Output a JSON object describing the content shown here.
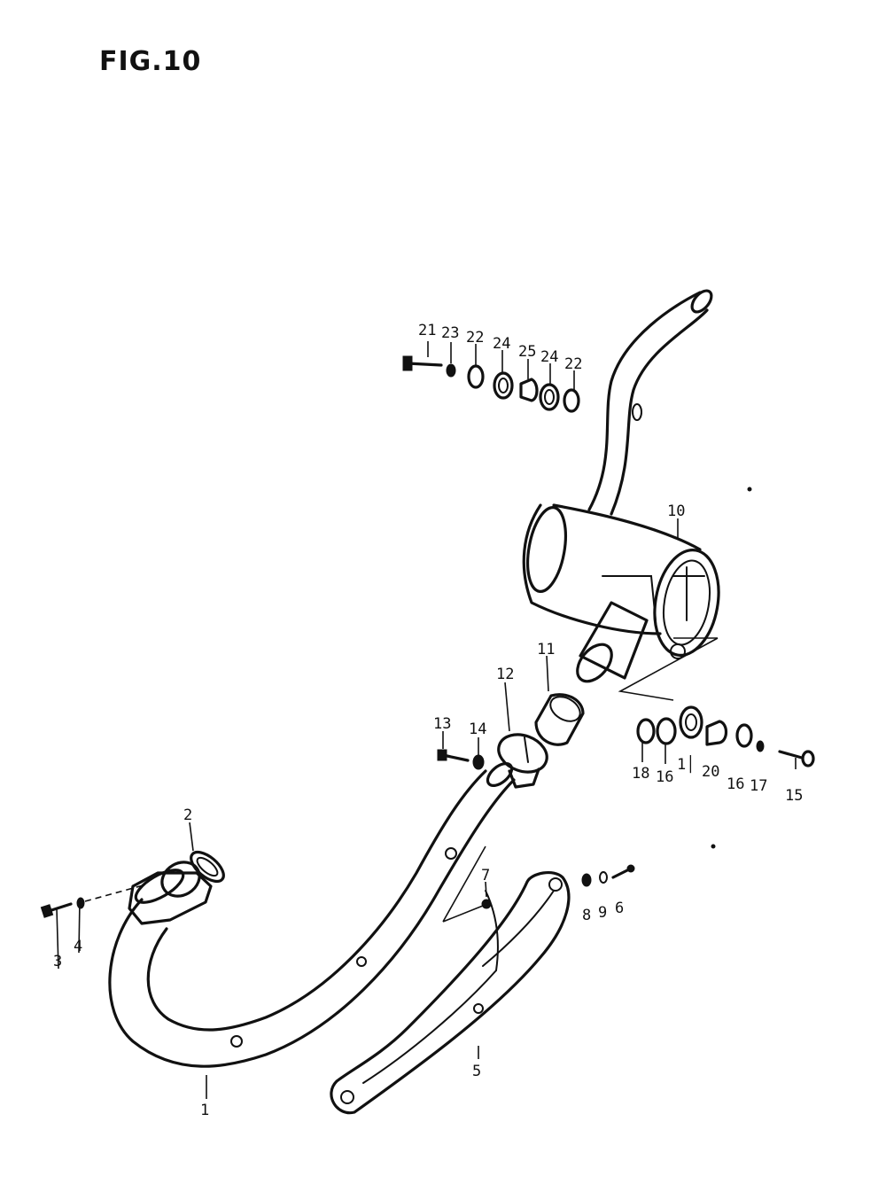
{
  "figure": {
    "title": "FIG.10"
  },
  "parts": [
    {
      "id": "part-1",
      "label": "1"
    },
    {
      "id": "part-2",
      "label": "2"
    },
    {
      "id": "part-3",
      "label": "3"
    },
    {
      "id": "part-4",
      "label": "4"
    },
    {
      "id": "part-5",
      "label": "5"
    },
    {
      "id": "part-6",
      "label": "6"
    },
    {
      "id": "part-7",
      "label": "7"
    },
    {
      "id": "part-8",
      "label": "8"
    },
    {
      "id": "part-9",
      "label": "9"
    },
    {
      "id": "part-10",
      "label": "10"
    },
    {
      "id": "part-11a",
      "label": "11"
    },
    {
      "id": "part-11b",
      "label": "1│"
    },
    {
      "id": "part-12",
      "label": "12"
    },
    {
      "id": "part-13",
      "label": "13"
    },
    {
      "id": "part-14",
      "label": "14"
    },
    {
      "id": "part-15",
      "label": "15"
    },
    {
      "id": "part-16a",
      "label": "16"
    },
    {
      "id": "part-16b",
      "label": "16"
    },
    {
      "id": "part-17",
      "label": "17"
    },
    {
      "id": "part-18",
      "label": "18"
    },
    {
      "id": "part-20",
      "label": "20"
    },
    {
      "id": "part-21",
      "label": "21"
    },
    {
      "id": "part-22a",
      "label": "22"
    },
    {
      "id": "part-22b",
      "label": "22"
    },
    {
      "id": "part-23",
      "label": "23"
    },
    {
      "id": "part-24a",
      "label": "24"
    },
    {
      "id": "part-24b",
      "label": "24"
    },
    {
      "id": "part-25",
      "label": "25"
    }
  ]
}
